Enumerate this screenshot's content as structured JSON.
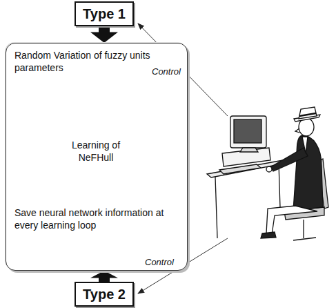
{
  "diagram": {
    "nodes": [
      {
        "text": [
          "Type 1"
        ]
      },
      {
        "text": [
          "Random Variation of fuzzy units parameters",
          "Save neural network information at every learning loop"
        ]
      },
      {
        "text": [
          "Learning of NeFHull"
        ],
        "in": 1
      },
      {
        "text": [
          "Type 2"
        ]
      }
    ],
    "edges": [
      {
        "from": 0,
        "to": 1,
        "arrow": "to"
      },
      {
        "from": 3,
        "to": 1,
        "arrow": "to"
      }
    ],
    "labels": [
      "Control",
      "Control"
    ]
  }
}
